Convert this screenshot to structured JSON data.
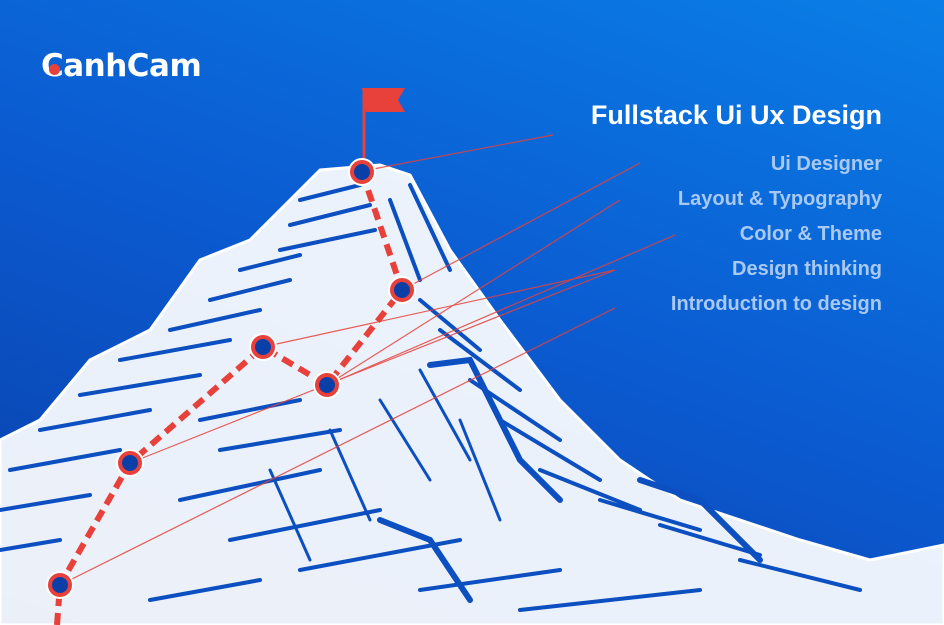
{
  "brand": {
    "logo_text": "CanhCam"
  },
  "title": "Fullstack Ui Ux Design",
  "steps": [
    "Ui Designer",
    "Layout & Typography",
    "Color & Theme",
    "Design thinking",
    "Introduction to design"
  ],
  "colors": {
    "accent": "#e8403a",
    "text_primary": "#ffffff",
    "text_secondary": "#a9c8f2",
    "bg_dark": "#0a3fa8",
    "bg_light": "#0a7ee6"
  }
}
